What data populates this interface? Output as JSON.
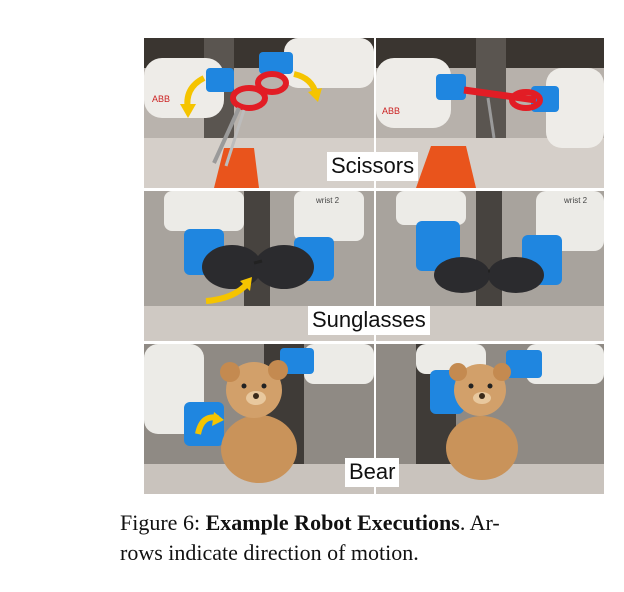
{
  "figure": {
    "rows": [
      {
        "label": "Scissors"
      },
      {
        "label": "Sunglasses"
      },
      {
        "label": "Bear"
      }
    ],
    "wrist_text": "wrist 2",
    "brand_text": "ABB"
  },
  "caption": {
    "prefix": "Figure 6:",
    "title": "Example Robot Executions",
    "line1_rest": ". Ar-",
    "line2": "rows indicate direction of motion."
  }
}
